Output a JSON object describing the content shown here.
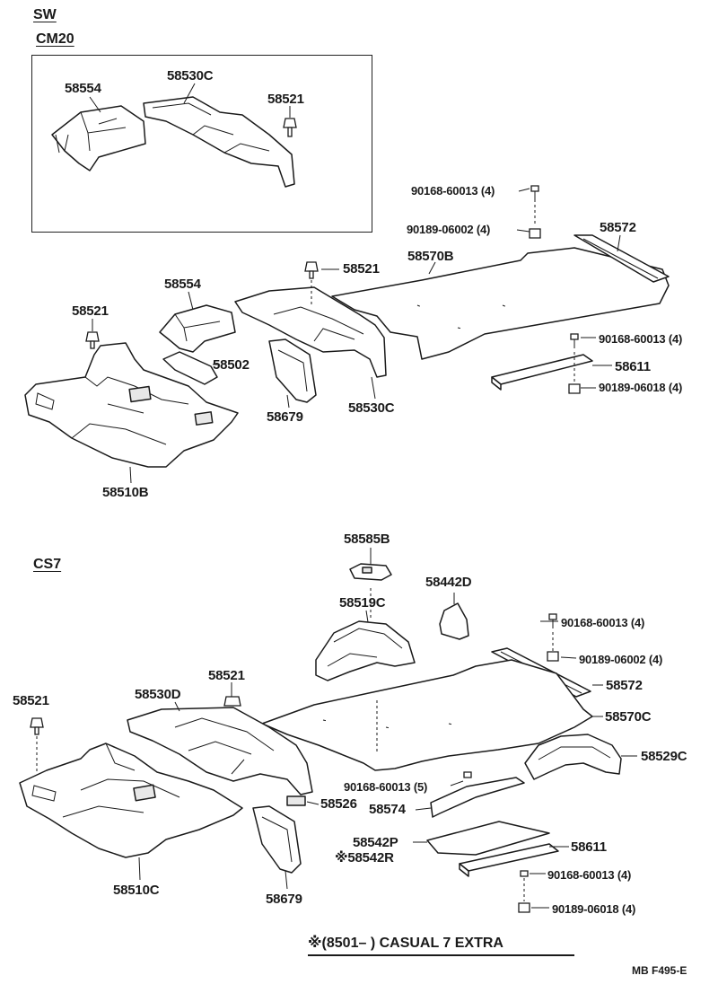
{
  "sections": {
    "sw": "SW",
    "cm20": "CM20",
    "cs7": "CS7"
  },
  "labels": {
    "top_box_58554": "58554",
    "top_box_58530c": "58530C",
    "top_box_58521": "58521",
    "sw_90168_a": "90168-60013 (4)",
    "sw_90189_a": "90189-06002 (4)",
    "sw_58572": "58572",
    "sw_58521_mid": "58521",
    "sw_58570b": "58570B",
    "sw_58554": "58554",
    "sw_58521_left": "58521",
    "sw_58502": "58502",
    "sw_90168_b": "90168-60013 (4)",
    "sw_58611": "58611",
    "sw_90189_b": "90189-06018 (4)",
    "sw_58679": "58679",
    "sw_58530c": "58530C",
    "sw_58510b": "58510B",
    "cs_58585b": "58585B",
    "cs_58442d": "58442D",
    "cs_58519c": "58519C",
    "cs_90168_a": "90168-60013 (4)",
    "cs_90189_a": "90189-06002 (4)",
    "cs_58521_mid": "58521",
    "cs_58572": "58572",
    "cs_58530d": "58530D",
    "cs_58521_left": "58521",
    "cs_58570c": "58570C",
    "cs_58529c": "58529C",
    "cs_90168_b": "90168-60013 (5)",
    "cs_58526": "58526",
    "cs_58574": "58574",
    "cs_58542p": "58542P",
    "cs_58611": "58611",
    "cs_58542r": "※58542R",
    "cs_90168_c": "90168-60013 (4)",
    "cs_58510c": "58510C",
    "cs_58679": "58679",
    "cs_90189_c": "90189-06018 (4)"
  },
  "footnote": "※(8501–        ) CASUAL 7 EXTRA",
  "diagram_code": "MB  F495-E"
}
